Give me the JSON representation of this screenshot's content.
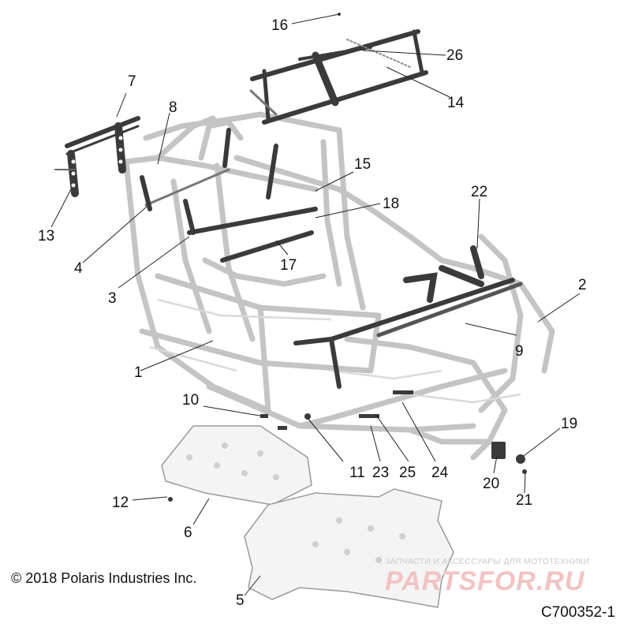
{
  "callouts": {
    "c1": "1",
    "c2": "2",
    "c3": "3",
    "c4": "4",
    "c5": "5",
    "c6": "6",
    "c7": "7",
    "c8": "8",
    "c9": "9",
    "c10": "10",
    "c11": "11",
    "c12": "12",
    "c13": "13",
    "c14": "14",
    "c15": "15",
    "c16": "16",
    "c17": "17",
    "c18": "18",
    "c19": "19",
    "c20": "20",
    "c21": "21",
    "c22": "22",
    "c23": "23",
    "c24": "24",
    "c25": "25",
    "c26": "26"
  },
  "copyright": "© 2018 Polaris Industries Inc.",
  "diagram_id": "C700352-1",
  "watermark": {
    "subtitle": "ЗАПЧАСТИ И АКСЕССУАРЫ ДЛЯ МОТОТЕХНИКИ",
    "logo": "PARTSFOR.RU"
  },
  "colors": {
    "frame": "#c4c4c4",
    "parts": "#3a3a3a",
    "skid_plate": "#d0d0d0",
    "leader": "#222222",
    "watermark": "#f2c3c3"
  }
}
